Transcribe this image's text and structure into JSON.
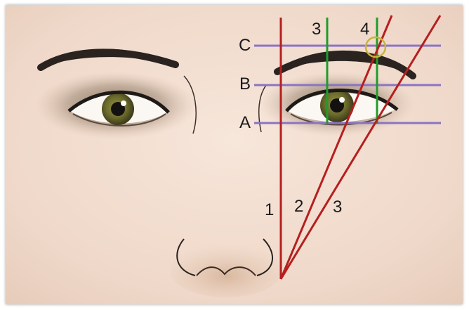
{
  "guide_labels": {
    "row_c": "C",
    "row_b": "B",
    "row_a": "A",
    "col_3": "3",
    "col_4": "4",
    "line_1": "1",
    "line_2": "2",
    "line_3": "3"
  },
  "colors": {
    "skin": "#f2ddd0",
    "horizontal_guide": "#8a74c4",
    "vertical_guide": "#1f9c2a",
    "diagonal_guide": "#b51f1f",
    "highlight_circle": "#c8b43a",
    "brow": "#2a2320",
    "iris": "#6b6a2c",
    "eyeshadow": "#7b6a55"
  }
}
